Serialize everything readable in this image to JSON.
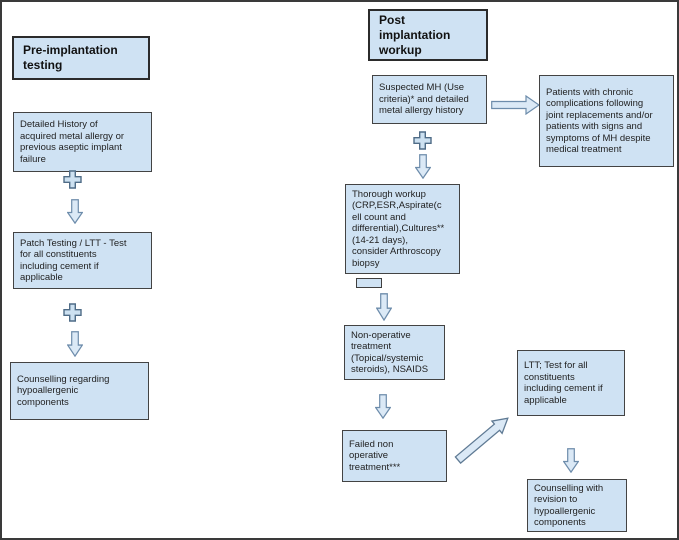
{
  "diagram_type": "flowchart",
  "colors": {
    "background": "#ffffff",
    "canvas_border": "#3a3a3a",
    "box_fill": "#cfe2f3",
    "box_border": "#434343",
    "title_border": "#2b2b2b",
    "text": "#1f1f1f",
    "arrow_fill": "#dbe9f6",
    "arrow_stroke": "#6d8cab",
    "plus_fill": "#cde1f1",
    "plus_stroke": "#4f6c87"
  },
  "icons": {
    "plus": "plus-connector-icon",
    "down_arrow": "down-arrow-icon",
    "right_arrow": "right-arrow-icon",
    "up_right_arrow": "up-right-arrow-icon",
    "bar": "horizontal-bar-connector"
  },
  "pre_column": {
    "title": "Pre-implantation\ntesting",
    "detailed_history": "Detailed History of\nacquired metal allergy or\nprevious aseptic implant\nfailure",
    "patch_testing": "Patch Testing / LTT - Test\nfor all constituents\nincluding cement if\napplicable",
    "counselling": "Counselling regarding\nhypoallergenic\ncomponents"
  },
  "post_column": {
    "title": "Post\nimplantation\nworkup",
    "suspected_mh": "Suspected MH (Use\ncriteria)* and detailed\nmetal allergy history",
    "thorough_workup": "Thorough workup\n(CRP,ESR,Aspirate(c\nell count and\ndifferential),Cultures**\n(14-21 days),\nconsider Arthroscopy\nbiopsy",
    "non_operative": "Non-operative\ntreatment\n(Topical/systemic\nsteroids), NSAIDS",
    "failed_non_operative": "Failed non\noperative\ntreatment***"
  },
  "right_column": {
    "chronic_patients": "Patients with chronic\ncomplications following\njoint replacements and/or\npatients with signs and\nsymptoms of MH despite\nmedical treatment",
    "ltt_test": "LTT; Test for all\nconstituents\nincluding cement if\napplicable",
    "counselling_revision": "Counselling with\nrevision to\nhypoallergenic\ncomponents"
  }
}
